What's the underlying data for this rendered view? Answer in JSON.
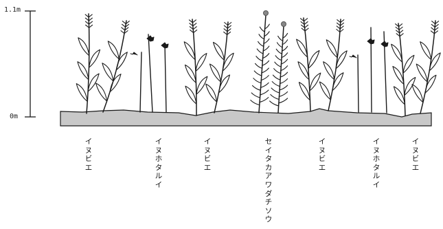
{
  "scale": {
    "top_label": "1.1m",
    "bottom_label": "0m"
  },
  "labels": [
    "イヌビエ",
    "イヌホタルイ",
    "イヌビエ",
    "セイタカアワダチソウ",
    "イヌビエ",
    "イヌホタルイ",
    "イヌビエ"
  ],
  "colors": {
    "ground": "#c8c8c8",
    "ink": "#1a1a1a"
  }
}
